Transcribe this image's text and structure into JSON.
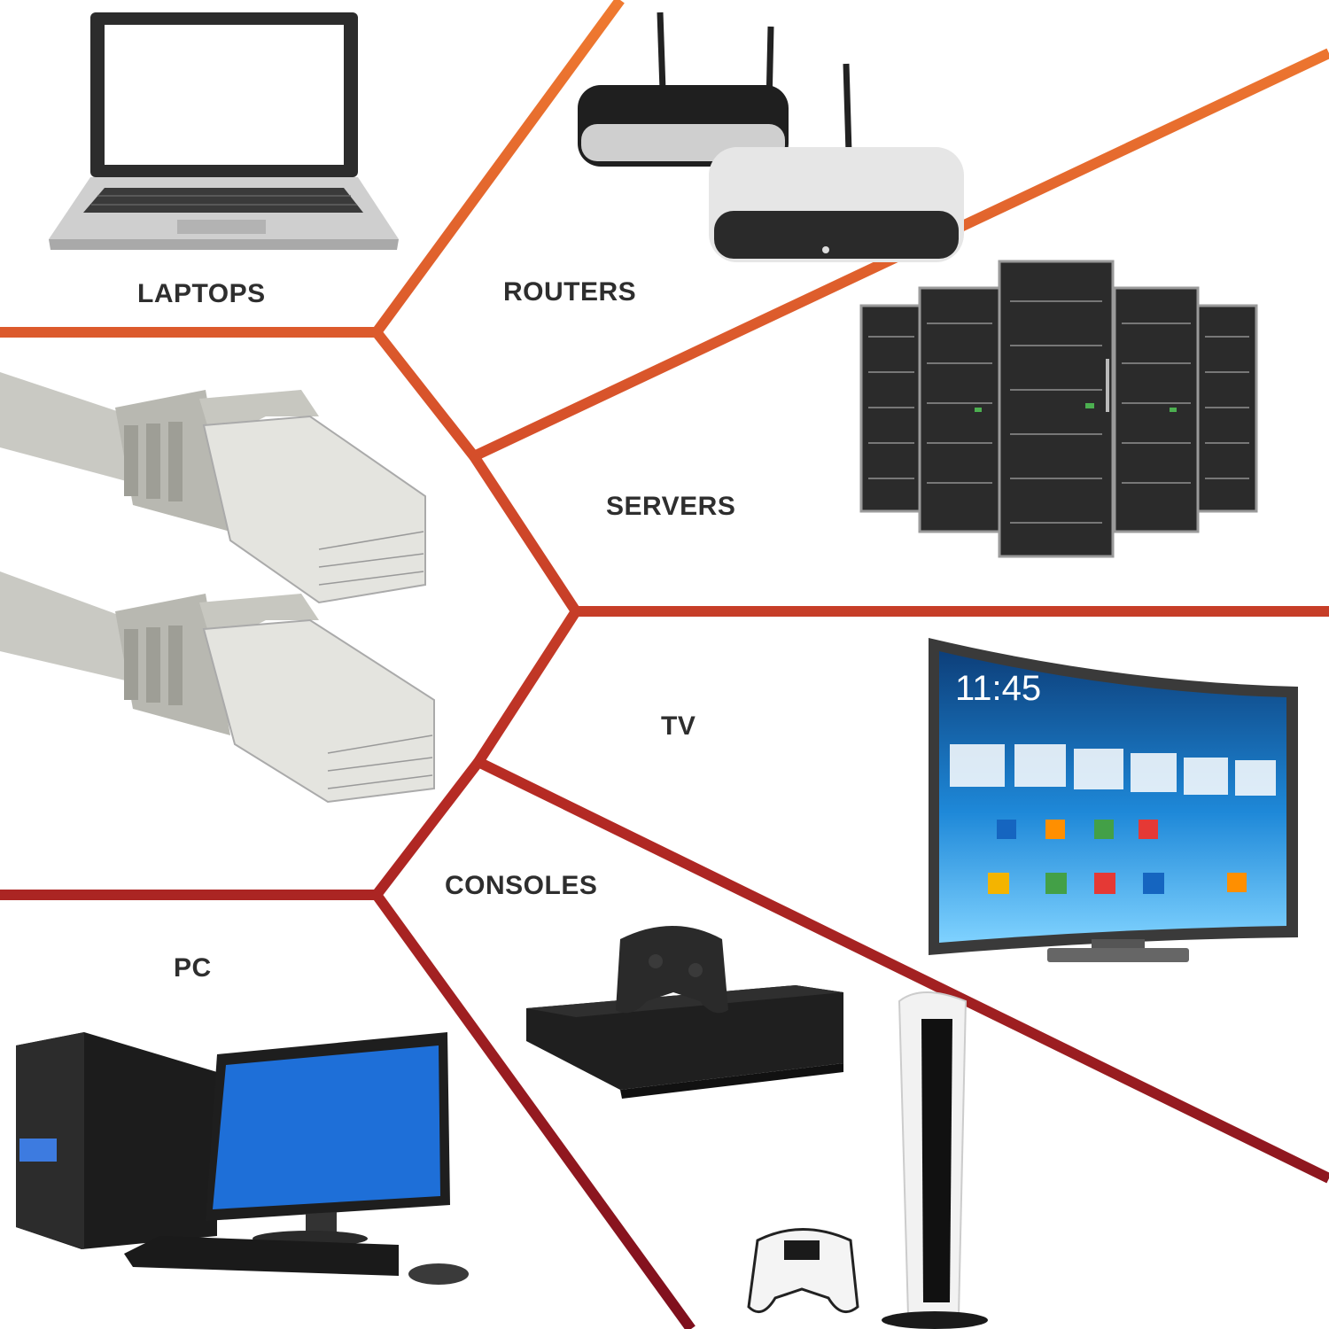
{
  "labels": {
    "laptops": "LAPTOPS",
    "routers": "ROUTERS",
    "servers": "SERVERS",
    "tv": "TV",
    "consoles": "CONSOLES",
    "pc": "PC"
  },
  "tv_screen": {
    "clock": "11:45"
  },
  "colors": {
    "line_top": "#e8672d",
    "line_mid": "#c9402b",
    "line_bottom": "#8e1420",
    "label_text": "#2e2e2e",
    "background": "#ffffff"
  },
  "icons": [
    "laptop-icon",
    "router-icon",
    "server-rack-icon",
    "ethernet-cable-icon",
    "tv-icon",
    "game-console-icon",
    "gamepad-icon",
    "desktop-pc-icon"
  ]
}
